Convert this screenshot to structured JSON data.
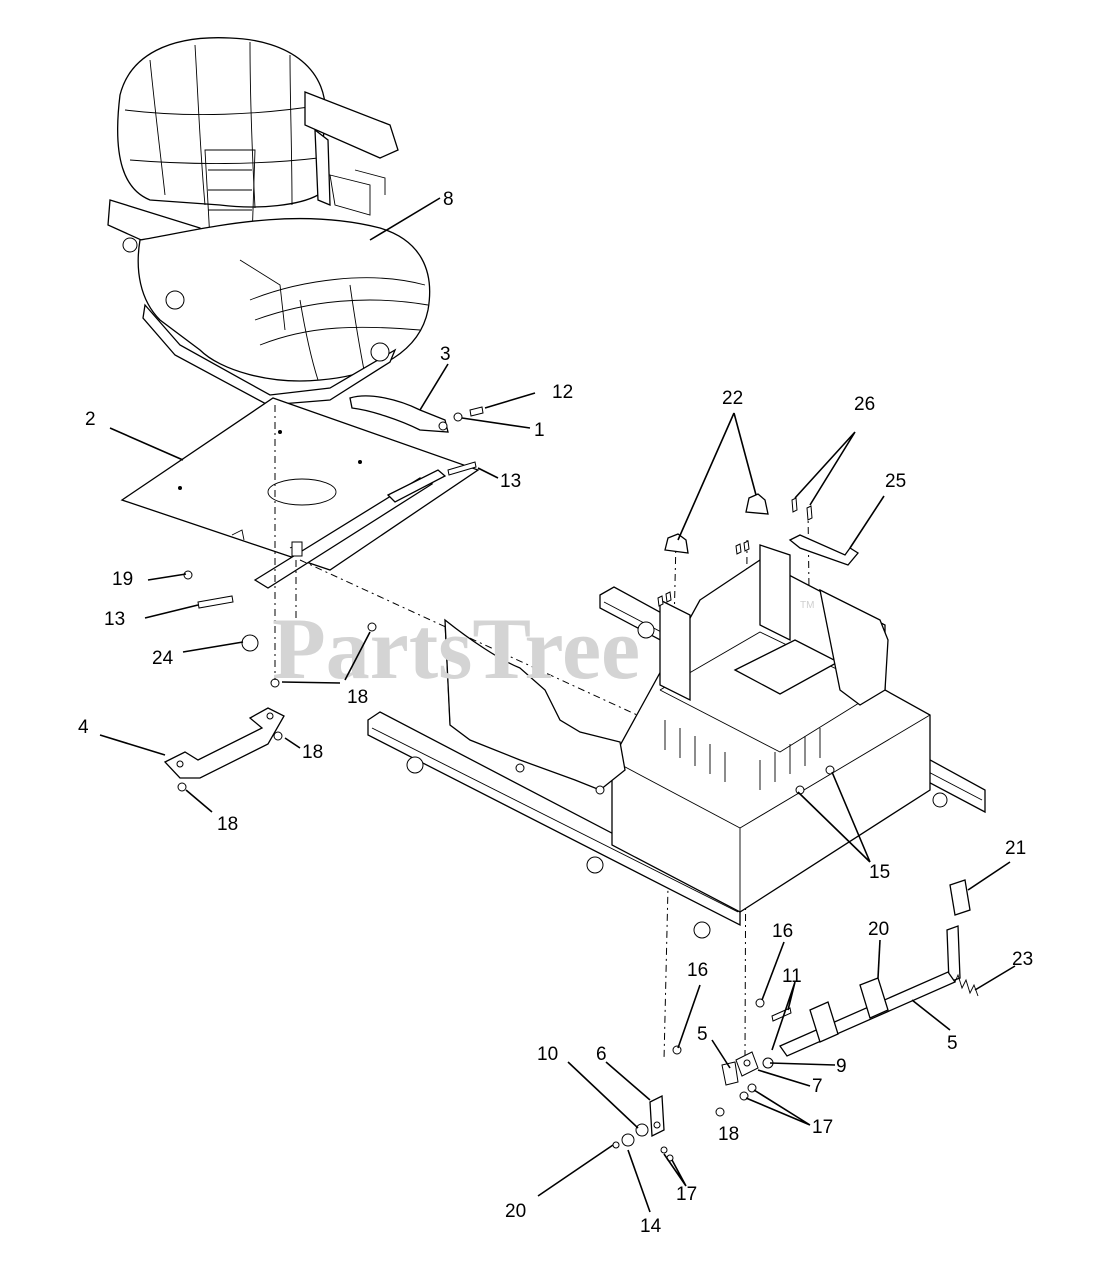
{
  "watermark": {
    "text": "PartsTree",
    "trademark": "TM"
  },
  "callouts": {
    "c1": "1",
    "c2": "2",
    "c3": "3",
    "c4": "4",
    "c5a": "5",
    "c5b": "5",
    "c6": "6",
    "c7": "7",
    "c8": "8",
    "c9": "9",
    "c10": "10",
    "c11": "11",
    "c12": "12",
    "c13a": "13",
    "c13b": "13",
    "c14": "14",
    "c15": "15",
    "c16a": "16",
    "c16b": "16",
    "c17a": "17",
    "c17b": "17",
    "c18a": "18",
    "c18b": "18",
    "c18c": "18",
    "c18d": "18",
    "c19": "19",
    "c20a": "20",
    "c20b": "20",
    "c21": "21",
    "c22": "22",
    "c23": "23",
    "c24": "24",
    "c25": "25",
    "c26": "26"
  },
  "colors": {
    "line": "#000000",
    "background": "#ffffff",
    "watermark": "#d4d4d4"
  }
}
